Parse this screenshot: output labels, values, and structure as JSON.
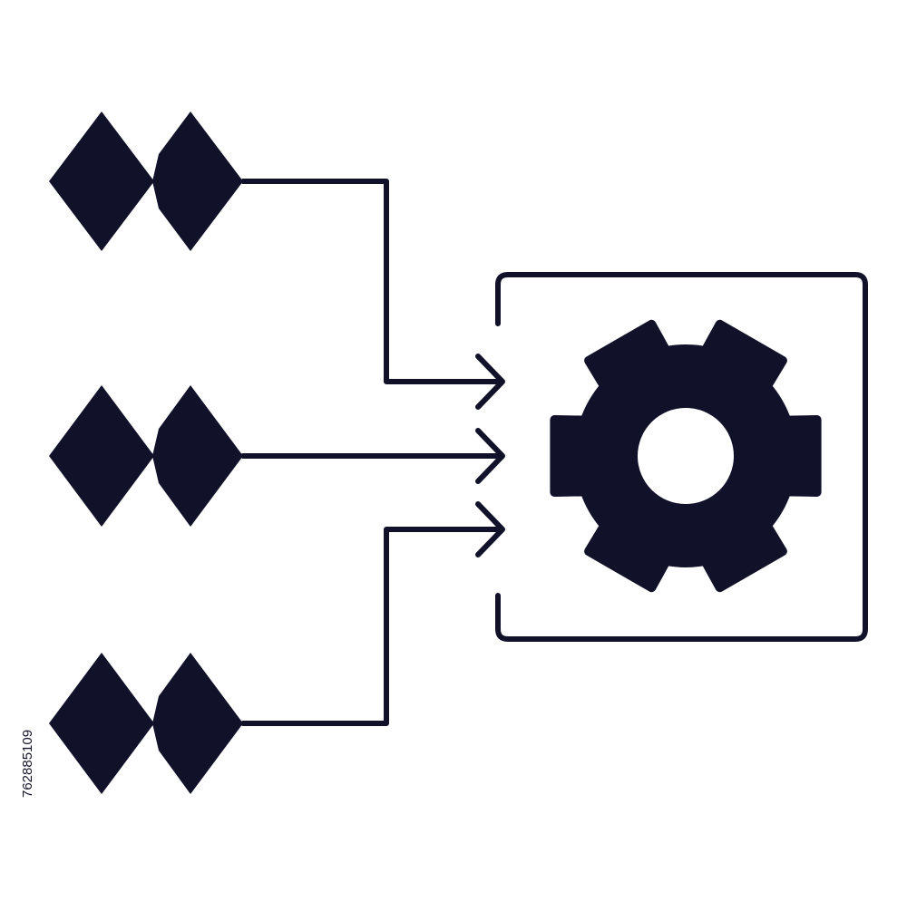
{
  "diagram": {
    "colors": {
      "ink": "#11112a",
      "background": "#ffffff"
    },
    "inputs": [
      {
        "name": "input-group-top",
        "shape": "double-diamond"
      },
      {
        "name": "input-group-middle",
        "shape": "double-diamond"
      },
      {
        "name": "input-group-bottom",
        "shape": "double-diamond"
      }
    ],
    "connectors": [
      {
        "from": "input-group-top",
        "to": "process-box",
        "style": "elbow-arrow"
      },
      {
        "from": "input-group-middle",
        "to": "process-box",
        "style": "straight-arrow"
      },
      {
        "from": "input-group-bottom",
        "to": "process-box",
        "style": "elbow-arrow"
      }
    ],
    "process": {
      "container": "rounded-square-frame",
      "icon": "gear-icon"
    }
  },
  "watermark": {
    "stock_id": "762885109"
  }
}
